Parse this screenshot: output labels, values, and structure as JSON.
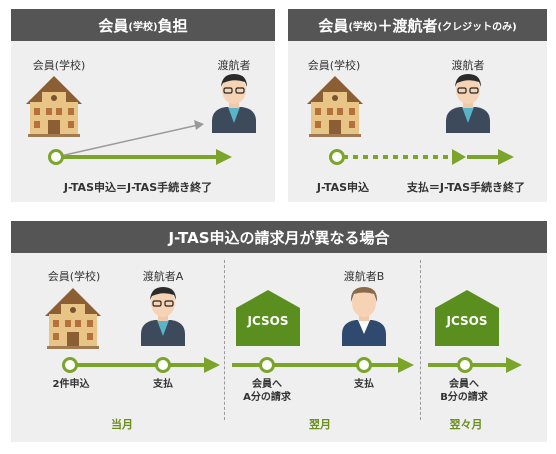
{
  "colors": {
    "green": "#7aa52a",
    "header_bg": "#555555",
    "panel_bg": "#efefef",
    "jcsos": "#5a8f1f"
  },
  "panel1": {
    "title_main_a": "会員",
    "title_small": "(学校)",
    "title_main_b": "負担",
    "school_label": "会員(学校)",
    "traveler_label": "渡航者",
    "flow_label": "J-TAS申込＝J-TAS手続き終了"
  },
  "panel2": {
    "title_main_a": "会員",
    "title_small_a": "(学校)",
    "title_main_b": "＋渡航者",
    "title_small_b": "(クレジットのみ)",
    "school_label": "会員(学校)",
    "traveler_label": "渡航者",
    "label_left": "J-TAS申込",
    "label_right": "支払＝J-TAS手続き終了"
  },
  "panel3": {
    "title": "J-TAS申込の請求月が異なる場合",
    "school_label": "会員(学校)",
    "traveler_a_label": "渡航者A",
    "traveler_b_label": "渡航者B",
    "jcsos_text": "JCSOS",
    "steps": {
      "apply2": "2件申込",
      "pay_a": "支払",
      "bill_a_line1": "会員へ",
      "bill_a_line2": "A分の請求",
      "pay_b": "支払",
      "bill_b_line1": "会員へ",
      "bill_b_line2": "B分の請求"
    },
    "months": [
      "当月",
      "翌月",
      "翌々月"
    ]
  },
  "icons": [
    "school-building-icon",
    "traveler-person-icon",
    "jcsos-house-icon"
  ]
}
